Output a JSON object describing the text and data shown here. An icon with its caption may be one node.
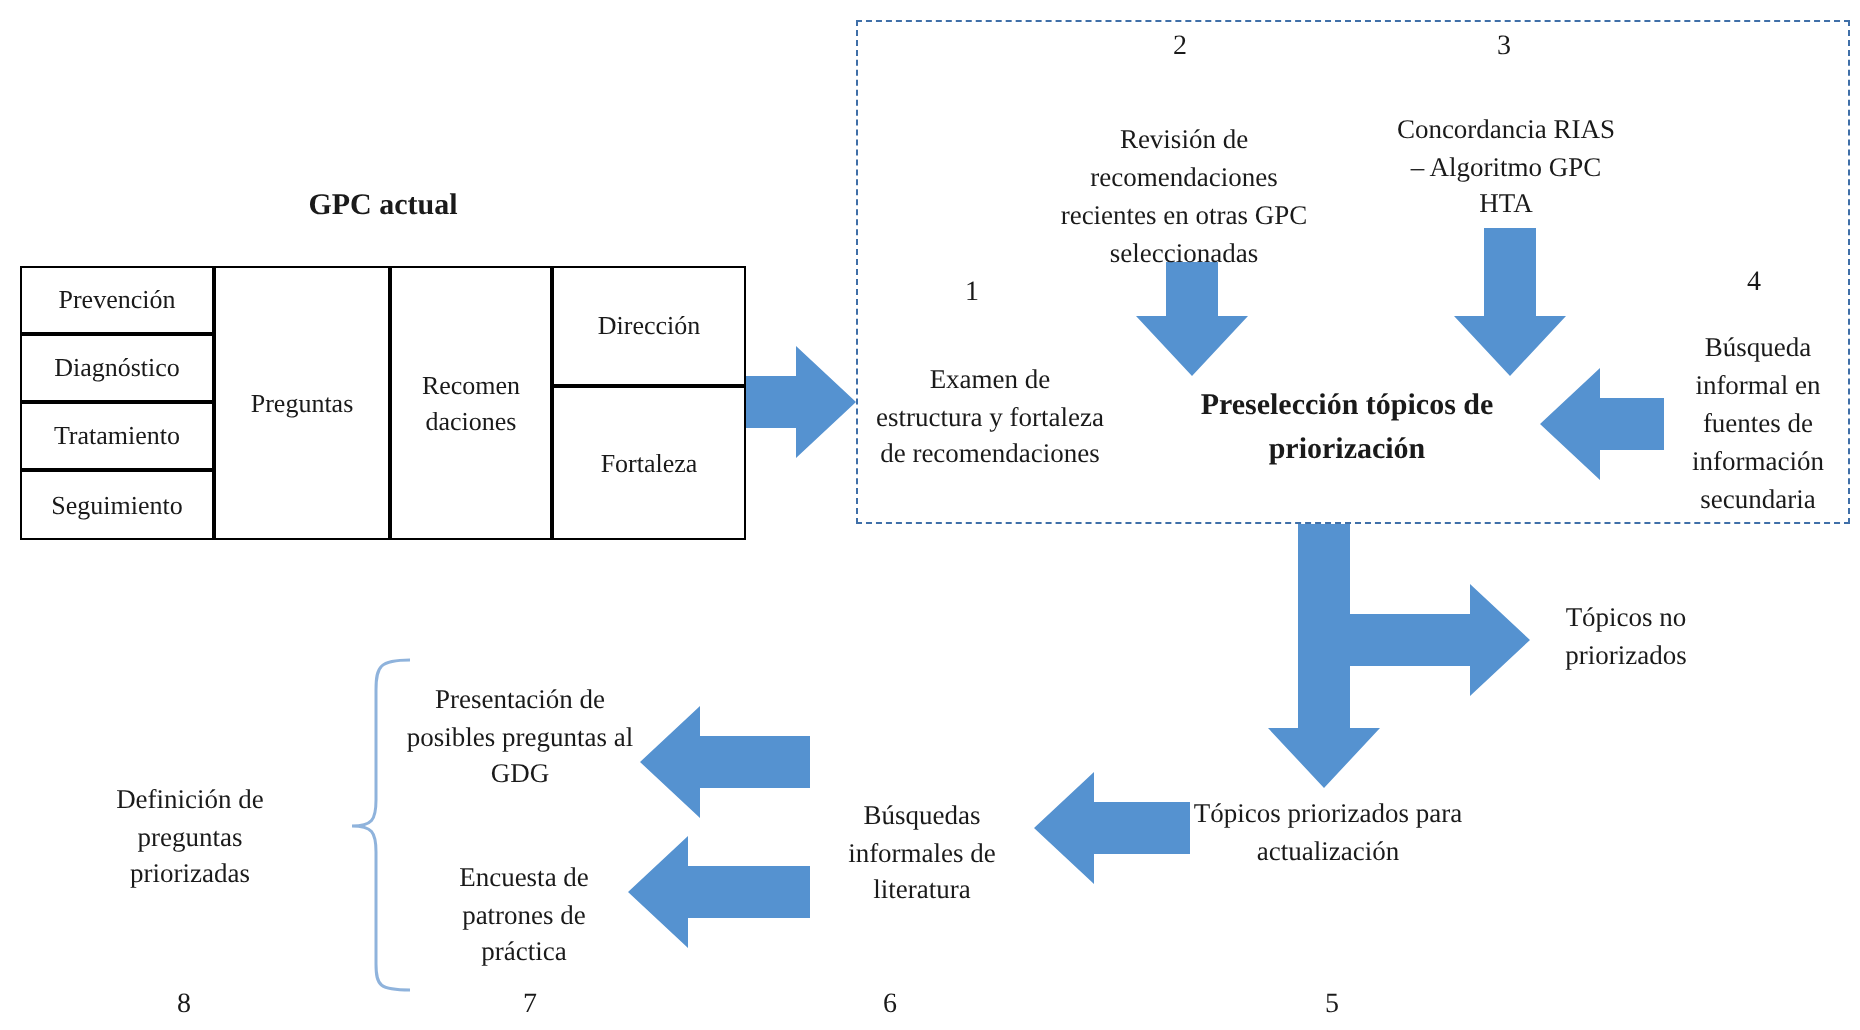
{
  "diagram": {
    "nodes": [
      {
        "text": [],
        "shape": "box"
      },
      {
        "text": [
          "GPC actual"
        ]
      },
      {
        "text": [
          "Prevención"
        ],
        "in": 1
      },
      {
        "text": [
          "Diagnóstico"
        ],
        "in": 1
      },
      {
        "text": [
          "Tratamiento"
        ],
        "in": 1
      },
      {
        "text": [
          "Seguimiento"
        ],
        "in": 1
      },
      {
        "text": [
          "Preguntas"
        ],
        "in": 1
      },
      {
        "text": [
          "Recomen daciones"
        ],
        "in": 1
      },
      {
        "text": [
          "Dirección"
        ],
        "in": 1
      },
      {
        "text": [
          "Fortaleza"
        ],
        "in": 1
      },
      {
        "text": [
          "Examen de estructura y fortaleza de recomendaciones"
        ],
        "in": 0
      },
      {
        "text": [
          "Revisión de recomendaciones recientes en otras GPC seleccionadas"
        ],
        "in": 0
      },
      {
        "text": [
          "Concordancia RIAS – Algoritmo GPC HTA"
        ],
        "in": 0
      },
      {
        "text": [
          "Búsqueda informal en fuentes de información secundaria"
        ],
        "in": 0
      },
      {
        "text": [
          "Preselección tópicos de priorización"
        ],
        "in": 0
      },
      {
        "text": [
          "Tópicos no priorizados"
        ]
      },
      {
        "text": [
          "Tópicos priorizados para actualización"
        ]
      },
      {
        "text": [
          "Búsquedas informales de literatura"
        ]
      },
      {
        "text": [
          "Presentación de posibles preguntas al GDG"
        ]
      },
      {
        "text": [
          "Encuesta de patrones de práctica"
        ]
      },
      {
        "text": [
          "Definición de preguntas priorizadas"
        ]
      }
    ],
    "edges": [
      {
        "from": 1,
        "to": 0,
        "arrow": "to"
      },
      {
        "from": 11,
        "to": 14,
        "arrow": "to"
      },
      {
        "from": 12,
        "to": 14,
        "arrow": "to"
      },
      {
        "from": 13,
        "to": 14,
        "arrow": "to"
      },
      {
        "from": 0,
        "to": 16,
        "arrow": "to"
      },
      {
        "from": 0,
        "to": 15,
        "arrow": "to"
      },
      {
        "from": 16,
        "to": 17,
        "arrow": "to"
      },
      {
        "from": 17,
        "to": 18,
        "arrow": "to"
      },
      {
        "from": 17,
        "to": 19,
        "arrow": "to"
      }
    ],
    "labels": [
      "2",
      "3",
      "1",
      "4",
      "8",
      "7",
      "6",
      "5"
    ]
  }
}
